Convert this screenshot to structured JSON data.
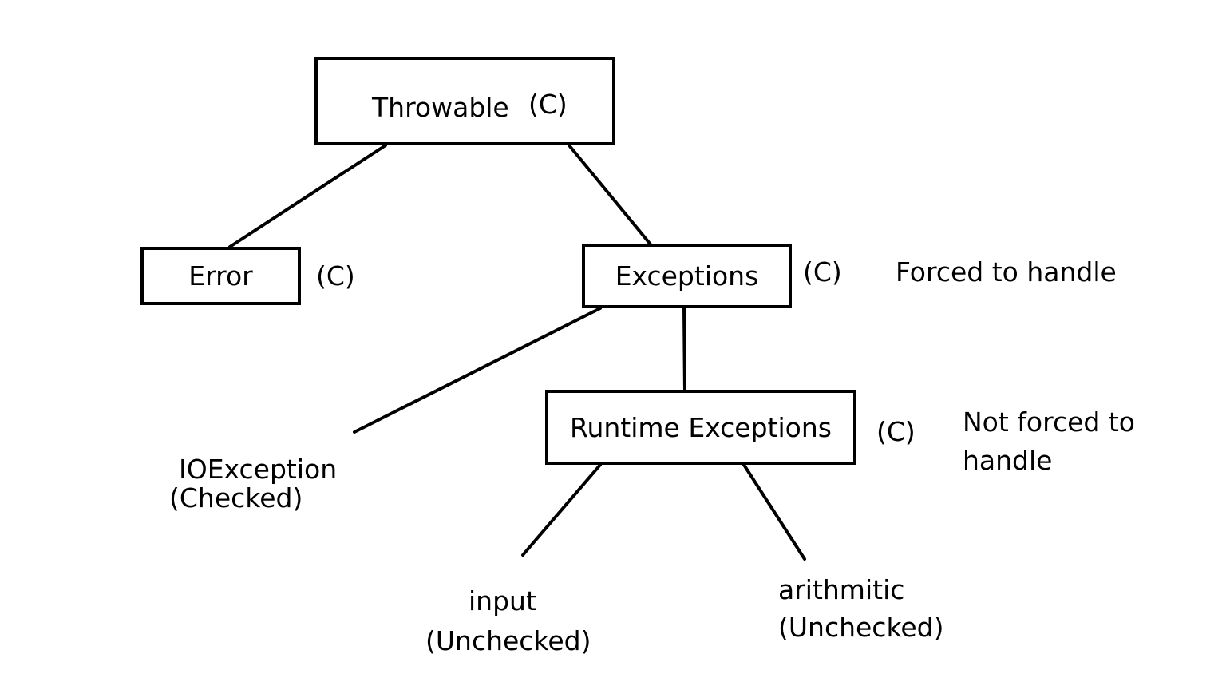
{
  "nodes": {
    "throwable": {
      "label": "Throwable",
      "tag": "(C)"
    },
    "error": {
      "label": "Error",
      "tag": "(C)"
    },
    "exceptions": {
      "label": "Exceptions",
      "tag": "(C)",
      "note": "Forced to handle"
    },
    "runtime": {
      "label": "Runtime Exceptions",
      "tag": "(C)",
      "note_line1": "Not forced to",
      "note_line2": "handle"
    }
  },
  "leaves": {
    "ioexception": {
      "line1": "IOException",
      "line2": "(Checked)"
    },
    "input": {
      "line1": "input",
      "line2": "(Unchecked)"
    },
    "arithmitic": {
      "line1": "arithmitic",
      "line2": "(Unchecked)"
    }
  }
}
